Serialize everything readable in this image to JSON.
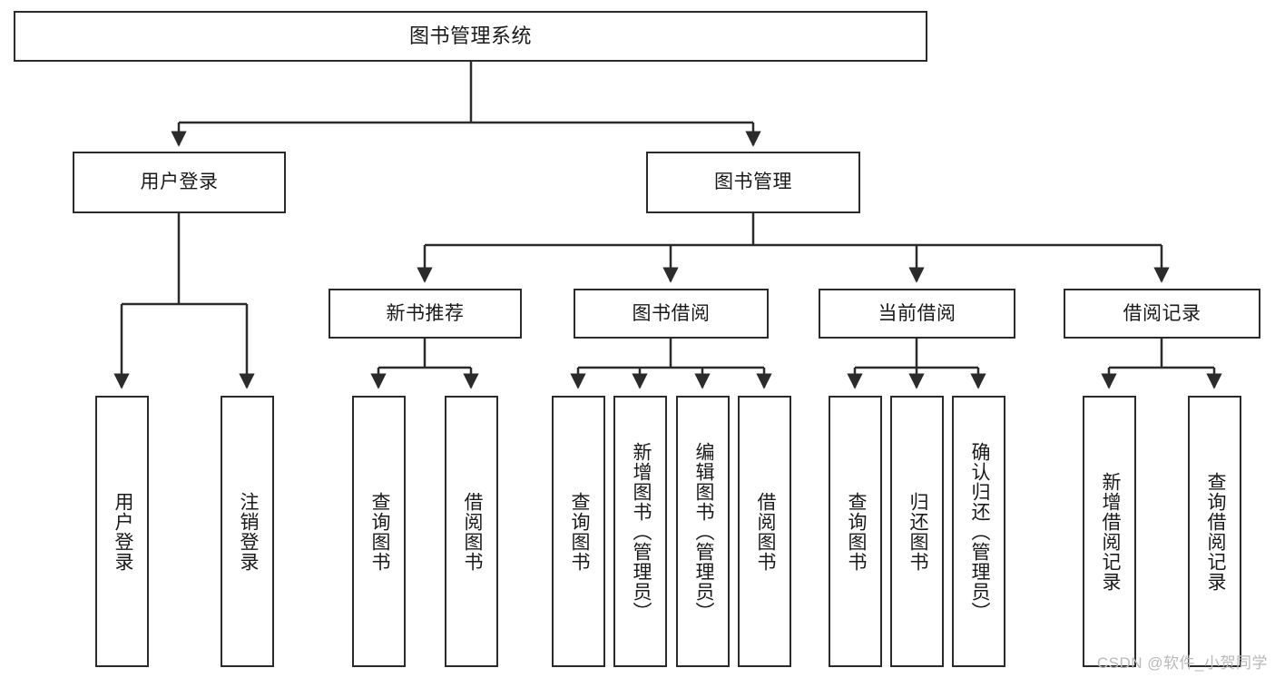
{
  "diagram": {
    "title": "图书管理系统",
    "type": "tree-hierarchy",
    "watermark": "CSDN @软件_小贺同学",
    "colors": {
      "stroke": "#2b2b2b",
      "box_fill": "#ffffff",
      "text": "#1a1a1a",
      "watermark": "#b9b9b9",
      "background": "#ffffff"
    },
    "nodes": {
      "root": {
        "label": "图书管理系统",
        "orientation": "horizontal"
      },
      "level2": [
        {
          "id": "user-login",
          "label": "用户登录",
          "orientation": "horizontal"
        },
        {
          "id": "book-management",
          "label": "图书管理",
          "orientation": "horizontal"
        }
      ],
      "level3": [
        {
          "id": "new-book-recommend",
          "label": "新书推荐",
          "orientation": "horizontal"
        },
        {
          "id": "book-borrow",
          "label": "图书借阅",
          "orientation": "horizontal"
        },
        {
          "id": "current-borrow",
          "label": "当前借阅",
          "orientation": "horizontal"
        },
        {
          "id": "borrow-record",
          "label": "借阅记录",
          "orientation": "horizontal"
        }
      ],
      "leaves": [
        {
          "id": "leaf-user-login",
          "parent": "user-login",
          "label": "用户登录",
          "orientation": "vertical"
        },
        {
          "id": "leaf-user-logout",
          "parent": "user-login",
          "label": "注销登录",
          "orientation": "vertical"
        },
        {
          "id": "leaf-query-book-1",
          "parent": "new-book-recommend",
          "label": "查询图书",
          "orientation": "vertical"
        },
        {
          "id": "leaf-borrow-book-1",
          "parent": "new-book-recommend",
          "label": "借阅图书",
          "orientation": "vertical"
        },
        {
          "id": "leaf-query-book-2",
          "parent": "book-borrow",
          "label": "查询图书",
          "orientation": "vertical"
        },
        {
          "id": "leaf-add-book",
          "parent": "book-borrow",
          "label": "新增图书（管理员）",
          "orientation": "vertical"
        },
        {
          "id": "leaf-edit-book",
          "parent": "book-borrow",
          "label": "编辑图书（管理员）",
          "orientation": "vertical"
        },
        {
          "id": "leaf-borrow-book-2",
          "parent": "book-borrow",
          "label": "借阅图书",
          "orientation": "vertical"
        },
        {
          "id": "leaf-query-book-3",
          "parent": "current-borrow",
          "label": "查询图书",
          "orientation": "vertical"
        },
        {
          "id": "leaf-return-book",
          "parent": "current-borrow",
          "label": "归还图书",
          "orientation": "vertical"
        },
        {
          "id": "leaf-confirm-return",
          "parent": "current-borrow",
          "label": "确认归还（管理员）",
          "orientation": "vertical"
        },
        {
          "id": "leaf-add-record",
          "parent": "borrow-record",
          "label": "新增借阅记录",
          "orientation": "vertical"
        },
        {
          "id": "leaf-query-record",
          "parent": "borrow-record",
          "label": "查询借阅记录",
          "orientation": "vertical"
        }
      ]
    }
  }
}
